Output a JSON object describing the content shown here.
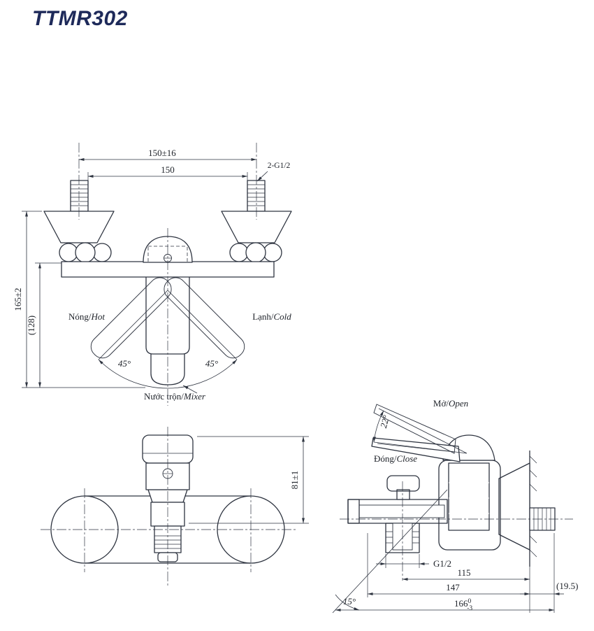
{
  "page": {
    "title": "TTMR302",
    "title_color": "#1e2a5a",
    "line_color": "#2e3440",
    "background": "#ffffff"
  },
  "front_view": {
    "dim_spread_outer": "150±16",
    "dim_spread_inner": "150",
    "thread_label": "2-G1/2",
    "dim_height_overall": "165±2",
    "dim_height_ref": "(128)",
    "angle_left": "45°",
    "angle_right": "45°",
    "label_hot_vi": "Nóng/",
    "label_hot_en": "Hot",
    "label_cold_vi": "Lạnh/",
    "label_cold_en": "Cold",
    "label_mixer_vi": "Nước trộn/",
    "label_mixer_en": "Mixer"
  },
  "installed_view": {
    "dim_handle_height": "81±1"
  },
  "section_view": {
    "label_open_vi": "Mở/",
    "label_open_en": "Open",
    "label_close_vi": "Đóng/",
    "label_close_en": "Close",
    "angle_open": "22°",
    "outlet_thread": "G1/2",
    "dim_center_to_wall": "115",
    "dim_face_to_wall": "147",
    "dim_overall": "166",
    "dim_overall_tol_upper": "0",
    "dim_overall_tol_lower": "-3",
    "dim_wall_pipe": "(19.5)",
    "angle_spout_down": "15°"
  }
}
